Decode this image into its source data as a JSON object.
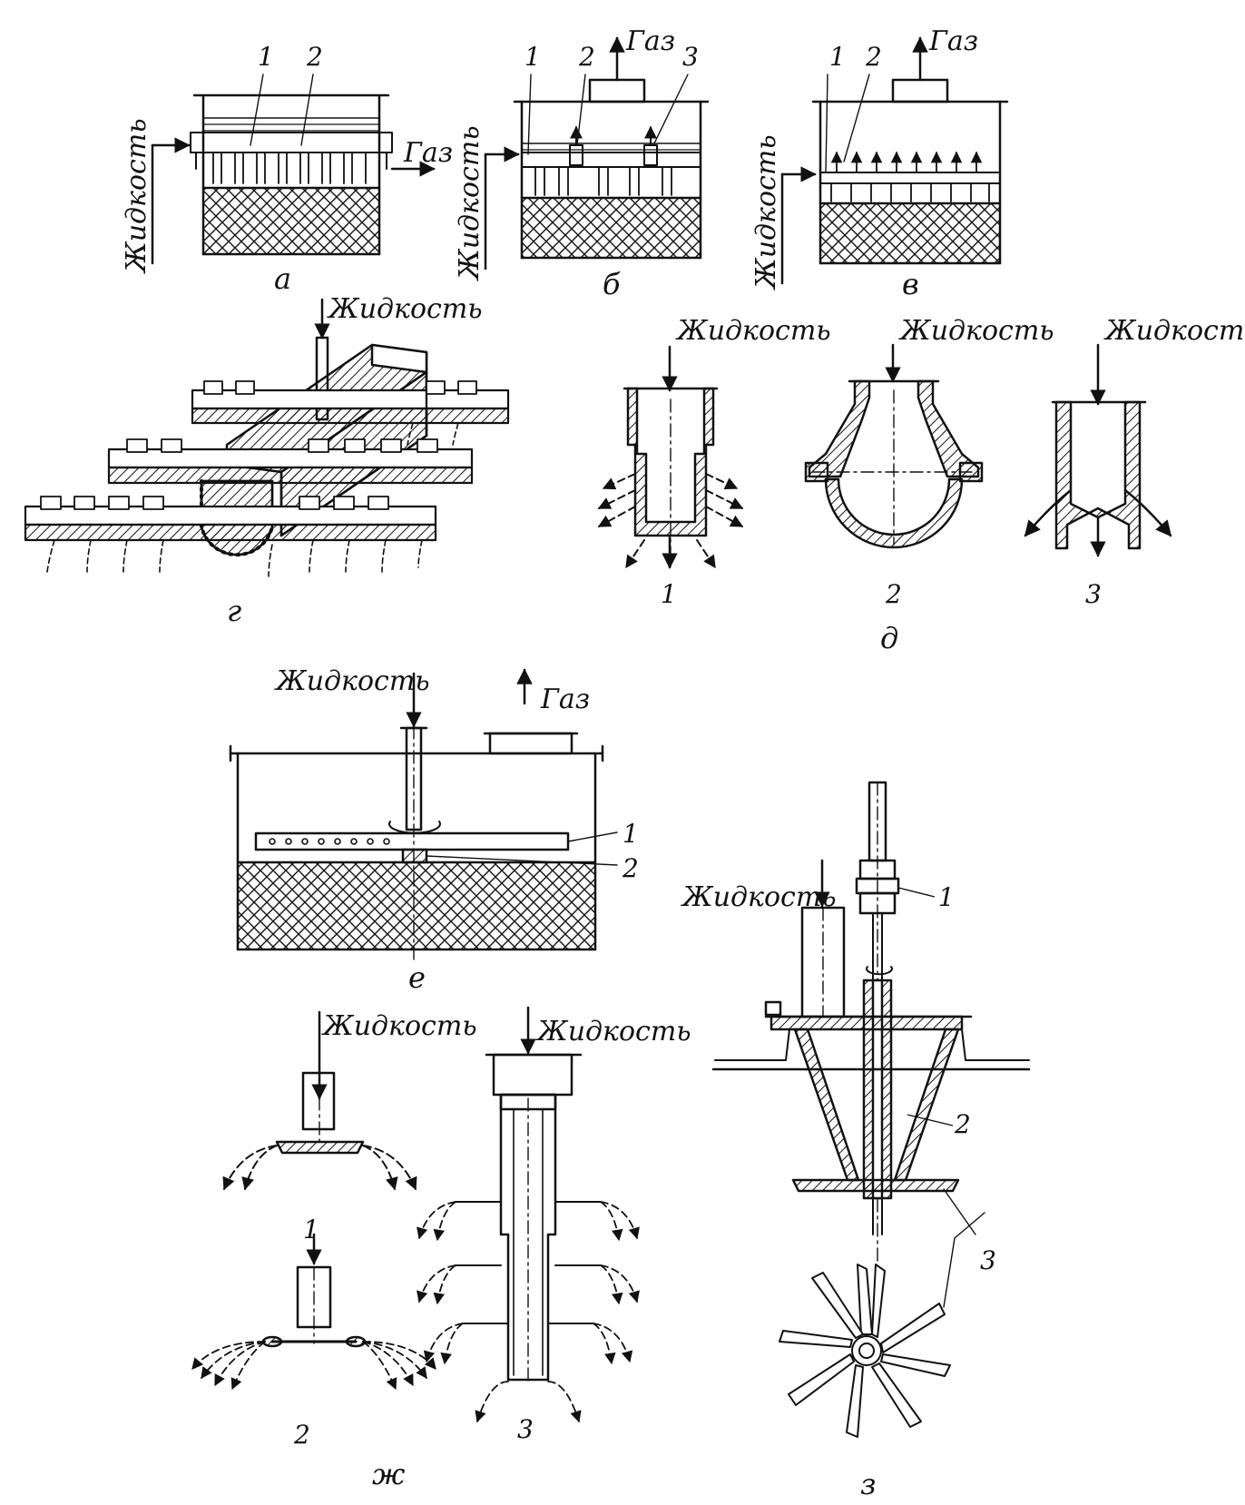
{
  "labels": {
    "liquid": "Жидкость",
    "gas": "Газ"
  },
  "subfigures": {
    "a": "а",
    "b": "б",
    "v": "в",
    "g": "г",
    "d": "д",
    "e": "е",
    "zh": "ж",
    "z": "з"
  },
  "numbers": {
    "n1": "1",
    "n2": "2",
    "n3": "3"
  },
  "colors": {
    "ink": "#111111",
    "paper": "#ffffff"
  }
}
